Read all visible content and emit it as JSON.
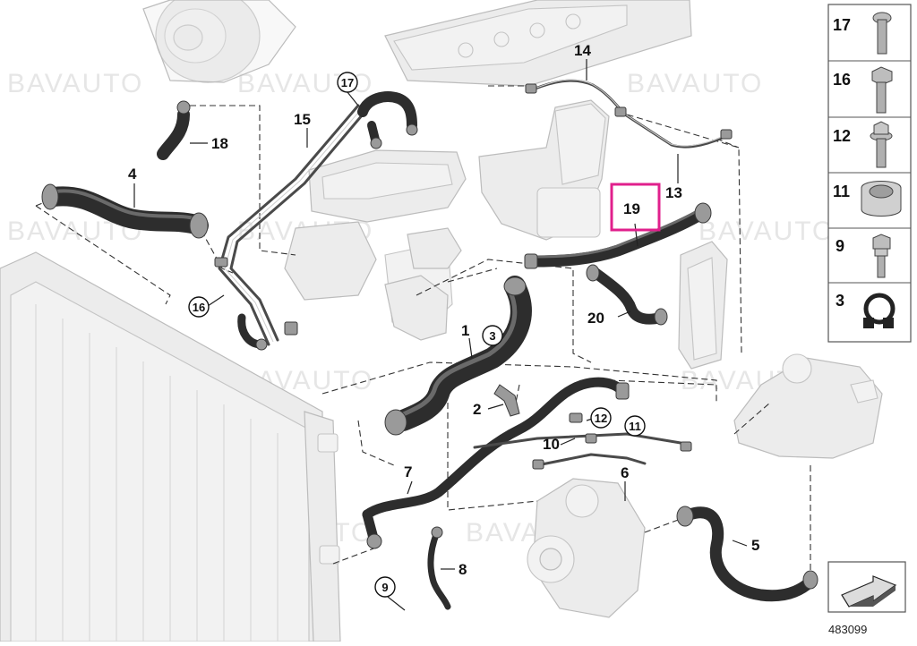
{
  "watermark": "BAVAUTO",
  "callouts": {
    "p1": "1",
    "p2": "2",
    "p4": "4",
    "p5": "5",
    "p6": "6",
    "p7": "7",
    "p8": "8",
    "p10": "10",
    "p13": "13",
    "p14": "14",
    "p15": "15",
    "p18": "18",
    "p19": "19",
    "p20": "20"
  },
  "circled": {
    "c3": "3",
    "c9": "9",
    "c11": "11",
    "c12": "12",
    "c16": "16",
    "c17": "17"
  },
  "highlight": {
    "label": "19",
    "color": "#e0208c"
  },
  "legend": [
    "17",
    "16",
    "12",
    "11",
    "9",
    "3"
  ],
  "diagram_number": "483099"
}
